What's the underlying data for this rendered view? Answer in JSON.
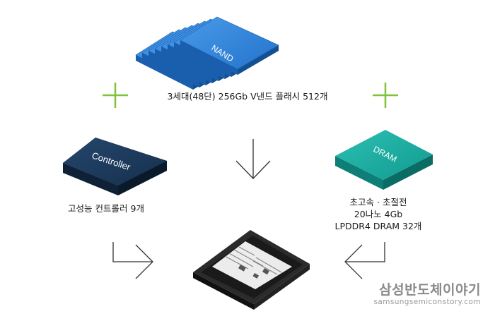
{
  "chips": {
    "nand": "NAND",
    "controller": "Controller",
    "dram": "DRAM"
  },
  "labels": {
    "nand": "3세대(48단) 256Gb V낸드 플래시 512개",
    "controller": "고성능 컨트롤러 9개",
    "dram_line1": "초고속 · 초절전",
    "dram_line2": "20나노 4Gb",
    "dram_line3": "LPDDR4 DRAM 32개"
  },
  "branding": {
    "name": "삼성반도체이야기",
    "url": "samsungsemiconstory.com"
  },
  "colors": {
    "nand": "#2f7fd6",
    "controller": "#1c3a5c",
    "dram": "#19a89e",
    "plus": "#7ec33c",
    "arrow": "#333333"
  }
}
